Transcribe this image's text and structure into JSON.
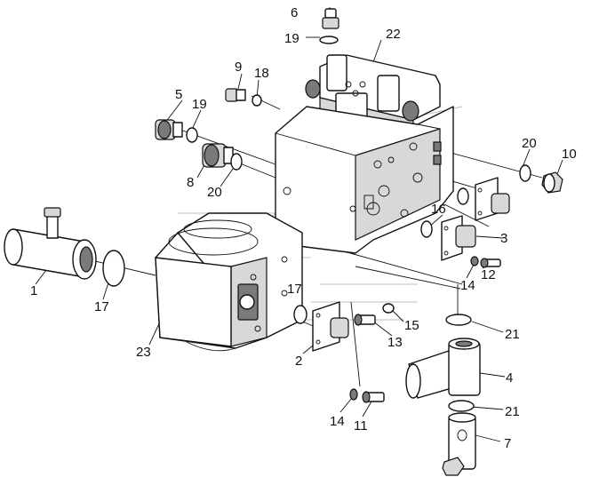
{
  "callouts": {
    "c1": "1",
    "c2": "2",
    "c3": "3",
    "c4": "4",
    "c5": "5",
    "c6": "6",
    "c7": "7",
    "c8": "8",
    "c9": "9",
    "c10": "10",
    "c11": "11",
    "c12": "12",
    "c13": "13",
    "c14a": "14",
    "c14b": "14",
    "c15": "15",
    "c16": "16",
    "c17a": "17",
    "c17b": "17",
    "c18": "18",
    "c19a": "19",
    "c19b": "19",
    "c20a": "20",
    "c20b": "20",
    "c21a": "21",
    "c21b": "21",
    "c22": "22",
    "c23": "23"
  }
}
